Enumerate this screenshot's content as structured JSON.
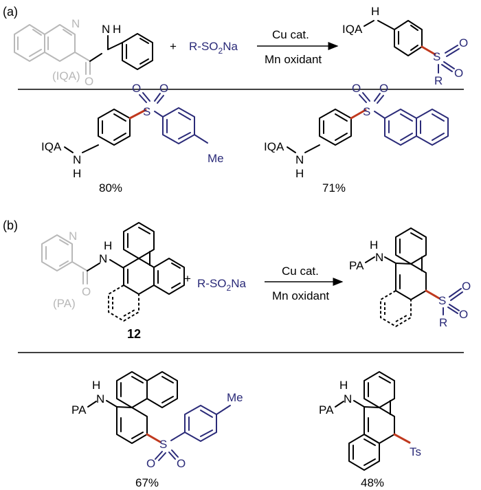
{
  "part_a": {
    "label": "(a)",
    "aux_label": "(IQA)",
    "plus": "+",
    "reagent": "R-SO",
    "reagent_sub": "2",
    "reagent_tail": "Na",
    "cond_top": "Cu cat.",
    "cond_bottom": "Mn oxidant",
    "prod_aux": "IQA",
    "prod_r": "R",
    "examples": [
      {
        "aux": "IQA",
        "substituent": "Me",
        "yield": "80%"
      },
      {
        "aux": "IQA",
        "yield": "71%"
      }
    ]
  },
  "part_b": {
    "label": "(b)",
    "aux_label": "(PA)",
    "compound_no": "12",
    "plus": "+",
    "reagent": "R-SO",
    "reagent_sub": "2",
    "reagent_tail": "Na",
    "cond_top": "Cu cat.",
    "cond_bottom": "Mn oxidant",
    "prod_aux": "PA",
    "prod_r": "R",
    "examples": [
      {
        "aux": "PA",
        "substituent": "Me",
        "yield": "67%"
      },
      {
        "aux": "PA",
        "substituent": "Ts",
        "yield": "48%"
      }
    ]
  },
  "atoms": {
    "N": "N",
    "H": "H",
    "O": "O",
    "S": "S"
  },
  "colors": {
    "black": "#000000",
    "gray": "#b8b8b8",
    "navy": "#2a2a78",
    "red": "#c0391e"
  }
}
